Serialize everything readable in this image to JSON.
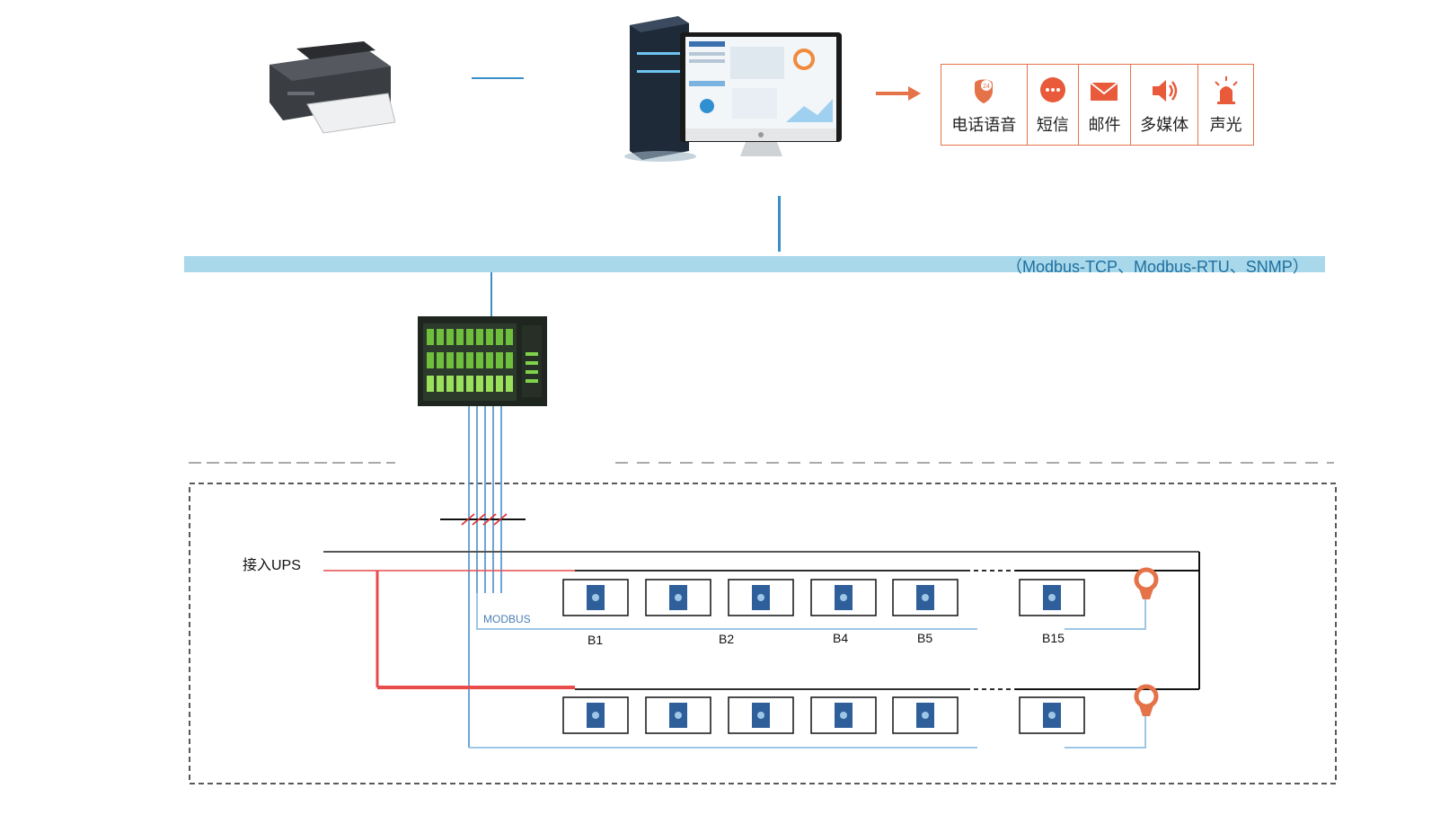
{
  "alarm_panel": {
    "items": [
      {
        "label": "电话语音",
        "icon": "phone-24h-icon"
      },
      {
        "label": "短信",
        "icon": "sms-icon"
      },
      {
        "label": "邮件",
        "icon": "email-icon"
      },
      {
        "label": "多媒体",
        "icon": "speaker-icon"
      },
      {
        "label": "声光",
        "icon": "siren-icon"
      }
    ]
  },
  "bus": {
    "protocol_label": "（Modbus-TCP、Modbus-RTU、SNMP）"
  },
  "ups": {
    "label": "接入UPS"
  },
  "modbus": {
    "label": "MODBUS"
  },
  "battery_labels": [
    "B1",
    "B2",
    "B4",
    "B5",
    "B15"
  ],
  "colors": {
    "bus": "#a8d8ea",
    "line_blue": "#5b9bd5",
    "line_red": "#e94b4b",
    "accent_orange": "#e5734a",
    "device_screen": "#7fd34b"
  },
  "icons": {
    "printer": "printer-icon",
    "workstation": "computer-workstation-icon",
    "monitor": "battery-monitor-device-icon",
    "sensor": "current-sensor-icon",
    "battery": "battery-icon"
  }
}
